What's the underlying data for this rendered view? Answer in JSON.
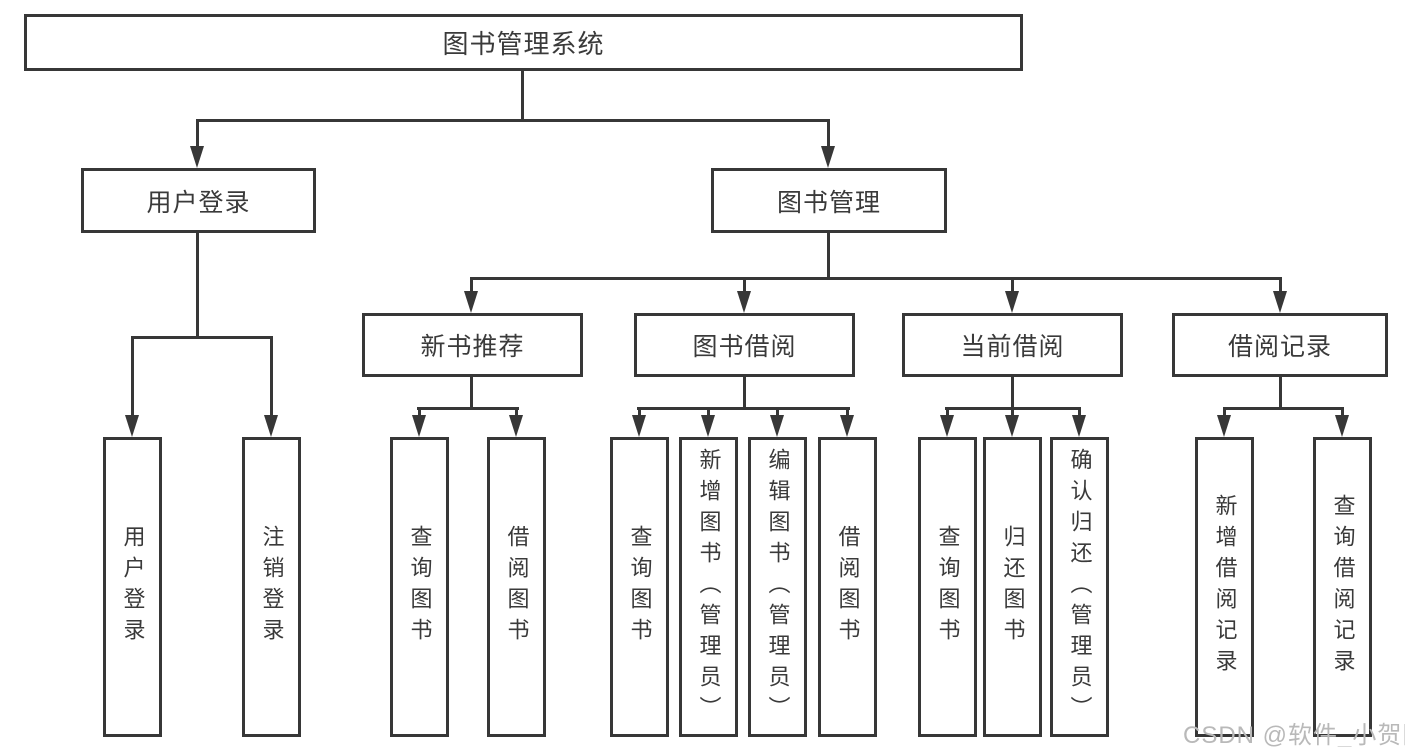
{
  "colors": {
    "background": "#ffffff",
    "box_border": "#373737",
    "connector_line": "#373737",
    "text": "#3a3a3a",
    "watermark_text": "#b9b9b9"
  },
  "diagram": {
    "root": {
      "label": "图书管理系统"
    },
    "level2": [
      {
        "label": "用户登录"
      },
      {
        "label": "图书管理"
      }
    ],
    "level3": [
      {
        "label": "新书推荐"
      },
      {
        "label": "图书借阅"
      },
      {
        "label": "当前借阅"
      },
      {
        "label": "借阅记录"
      }
    ],
    "leaves": [
      {
        "label": "用户登录"
      },
      {
        "label": "注销登录"
      },
      {
        "label": "查询图书"
      },
      {
        "label": "借阅图书"
      },
      {
        "label": "查询图书"
      },
      {
        "label": "新增图书（管理员）"
      },
      {
        "label": "编辑图书（管理员）"
      },
      {
        "label": "借阅图书"
      },
      {
        "label": "查询图书"
      },
      {
        "label": "归还图书"
      },
      {
        "label": "确认归还（管理员）"
      },
      {
        "label": "新增借阅记录"
      },
      {
        "label": "查询借阅记录"
      }
    ]
  },
  "watermark": {
    "text": "CSDN @软件_小贺同学"
  }
}
